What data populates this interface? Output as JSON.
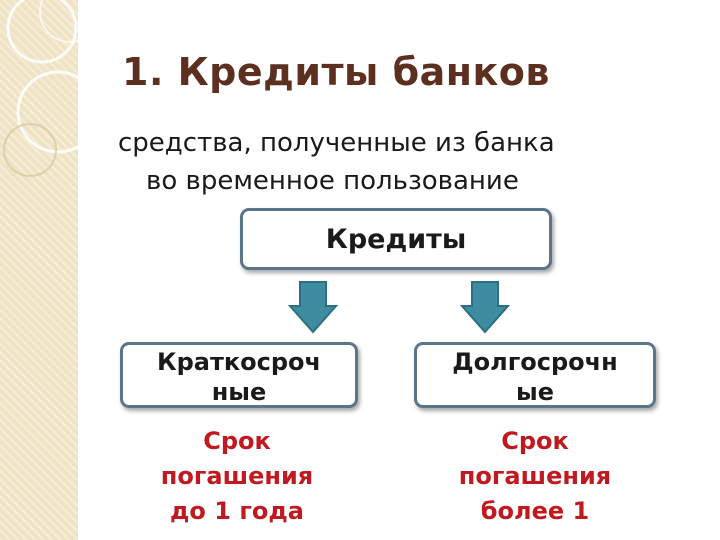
{
  "slide": {
    "title": "1. Кредиты банков",
    "definition_line1": "средства, полученные из банка",
    "definition_line2": "во временное пользование"
  },
  "diagram": {
    "root": "Кредиты",
    "left_branch": {
      "label_line1": "Краткосроч",
      "label_line2": "ные"
    },
    "right_branch": {
      "label_line1": "Долгосрочн",
      "label_line2": "ые"
    },
    "left_term": {
      "line1": "Срок",
      "line2": "погашения",
      "line3": "до 1 года"
    },
    "right_term": {
      "line1": "Срок",
      "line2": "погашения",
      "line3": "более 1"
    }
  },
  "colors": {
    "title": "#5c2f1e",
    "box_border": "#5a7789",
    "arrow_fill": "#3e8ca0",
    "term_text": "#c0191f",
    "side_strip": "#efe3c4"
  },
  "icons": {
    "connector": "down-arrow-icon"
  }
}
